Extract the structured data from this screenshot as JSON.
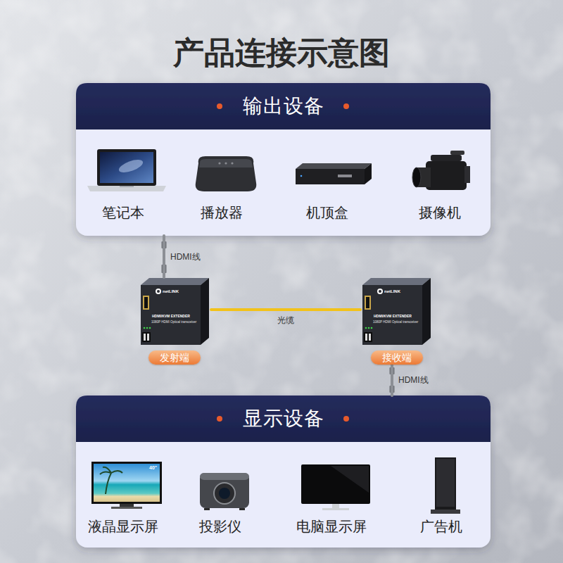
{
  "diagram": {
    "title": "产品连接示意图",
    "nodes": [
      {
        "text": [
          "输出设备"
        ]
      },
      {
        "text": [
          "笔记本"
        ],
        "in": 0
      },
      {
        "text": [
          "播放器"
        ],
        "in": 0
      },
      {
        "text": [
          "机顶盒"
        ],
        "in": 0
      },
      {
        "text": [
          "摄像机"
        ],
        "in": 0
      },
      {
        "text": [
          "发射端"
        ]
      },
      {
        "text": [
          "接收端"
        ]
      },
      {
        "text": [
          "显示设备"
        ]
      },
      {
        "text": [
          "液晶显示屏"
        ],
        "in": 7
      },
      {
        "text": [
          "投影仪"
        ],
        "in": 7
      },
      {
        "text": [
          "电脑显示屏"
        ],
        "in": 7
      },
      {
        "text": [
          "广告机"
        ],
        "in": 7
      }
    ],
    "edges": [
      {
        "from": 0,
        "to": 5,
        "label": "HDMI线",
        "arrow": "none"
      },
      {
        "from": 5,
        "to": 6,
        "label": "光缆",
        "arrow": "none"
      },
      {
        "from": 6,
        "to": 7,
        "label": "HDMI线",
        "arrow": "none"
      }
    ],
    "labels": [
      "netLINK",
      "HDMI/KVM EXTENDER",
      "1080P HDMI Optical transceiver",
      "netLINK",
      "HDMI/KVM EXTENDER",
      "1080P HDMI Optical transceiver",
      "40\""
    ]
  }
}
